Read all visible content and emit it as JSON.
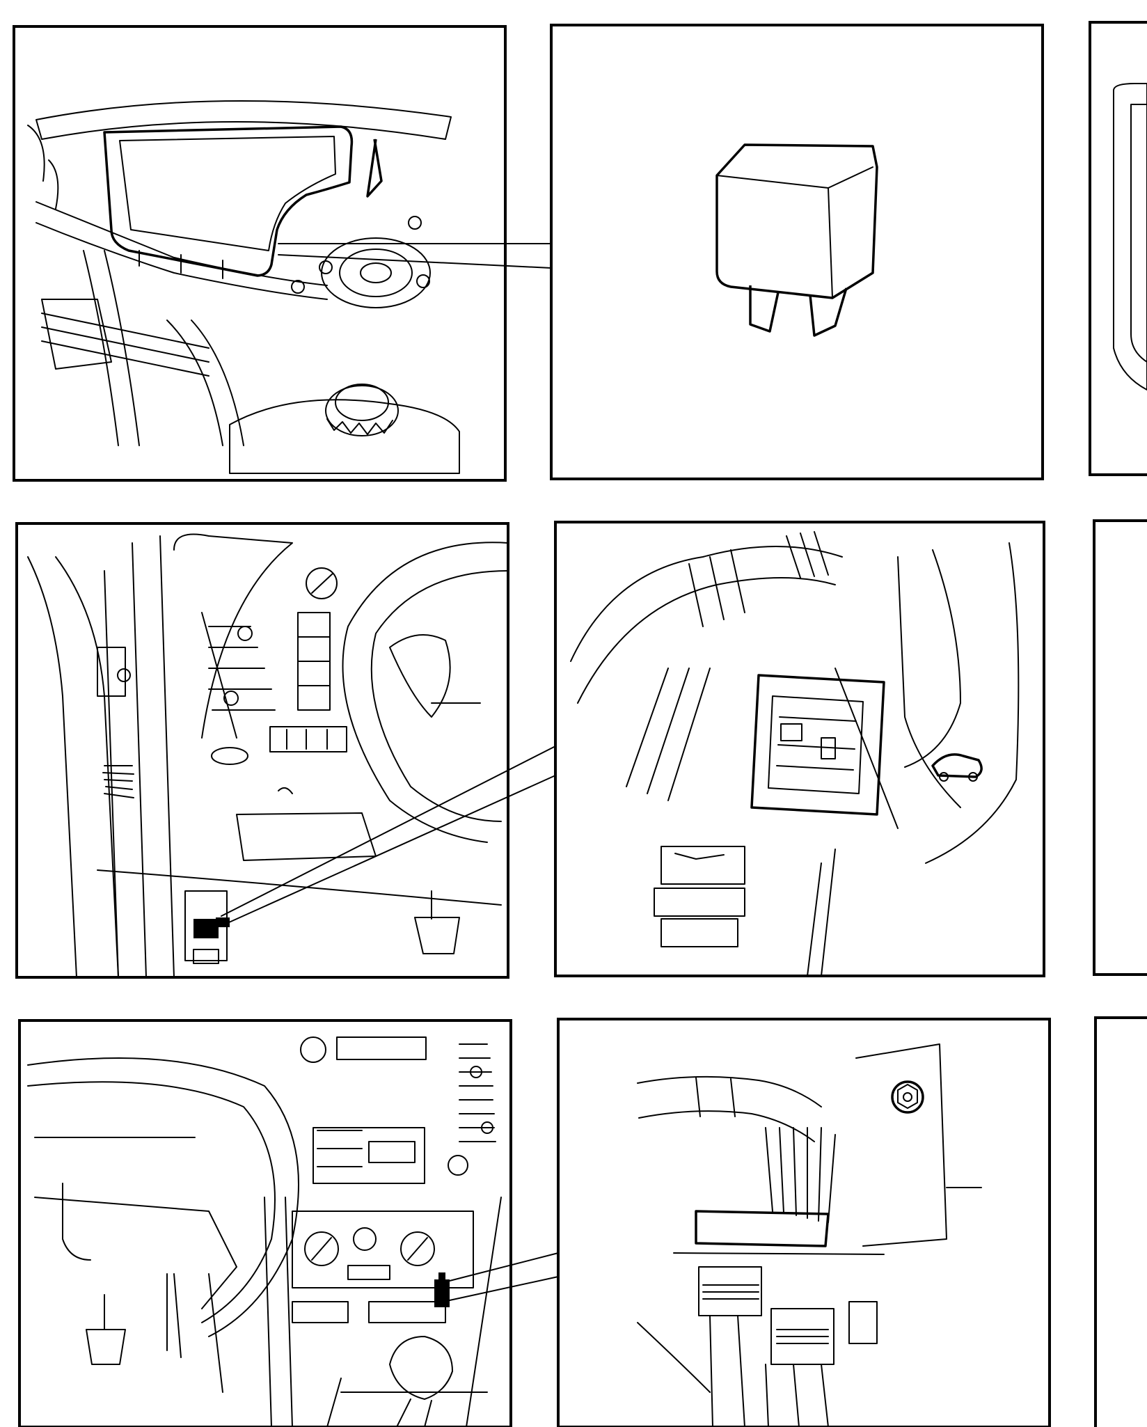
{
  "page": {
    "kind": "service-manual location illustration sheet",
    "panel_count": 9
  },
  "panels": [
    {
      "row": 1,
      "col": 1,
      "subject": "engine-bay-overview",
      "visible_parts": [
        "fuse-box-cover",
        "strut-top-mount",
        "coolant-reservoir-cap",
        "wiring-hoses"
      ]
    },
    {
      "row": 1,
      "col": 2,
      "subject": "relay-detail",
      "visible_parts": [
        "relay-body",
        "relay-terminals"
      ]
    },
    {
      "row": 1,
      "col": 3,
      "subject": "cropped-panel",
      "visible_parts": []
    },
    {
      "row": 2,
      "col": 1,
      "subject": "driver-footwell-overview",
      "visible_parts": [
        "steering-wheel",
        "dashboard-vent",
        "a-pillar-harness",
        "pedal",
        "connector-marker"
      ]
    },
    {
      "row": 2,
      "col": 2,
      "subject": "kick-panel-connector-detail",
      "visible_parts": [
        "wiring-harness",
        "connector-block",
        "bonnet-release-lever"
      ]
    },
    {
      "row": 2,
      "col": 3,
      "subject": "cropped-panel",
      "visible_parts": []
    },
    {
      "row": 3,
      "col": 1,
      "subject": "center-console-overview",
      "visible_parts": [
        "steering-wheel",
        "radio",
        "heater-controls",
        "gear-lever",
        "pedal"
      ]
    },
    {
      "row": 3,
      "col": 2,
      "subject": "console-connector-detail",
      "visible_parts": [
        "wiring-harness",
        "mounting-bracket",
        "bolt",
        "connectors"
      ]
    },
    {
      "row": 3,
      "col": 3,
      "subject": "cropped-panel",
      "visible_parts": []
    }
  ],
  "icons": {
    "bonnet_release": "car-bonnet-icon"
  }
}
